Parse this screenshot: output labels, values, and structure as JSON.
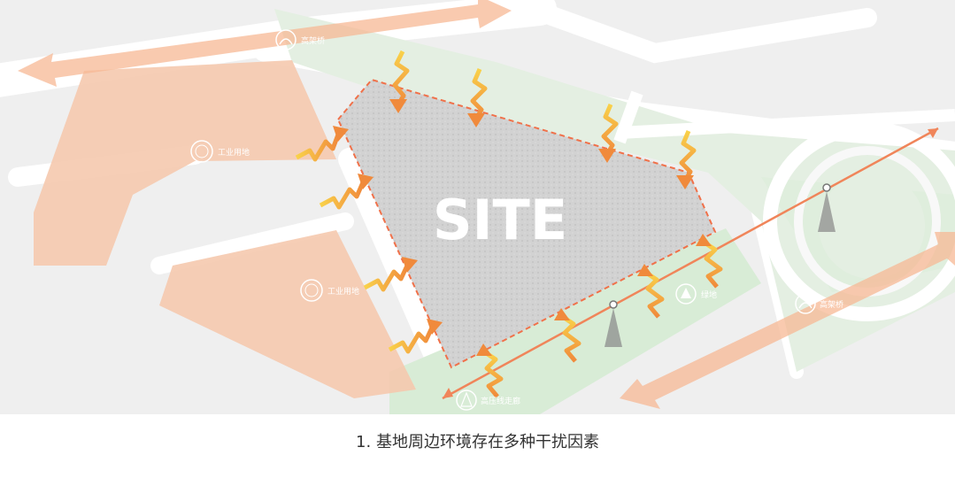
{
  "site_label": "SITE",
  "caption": "1. 基地周边环境存在多种干扰因素",
  "labels": {
    "industrial_1": "工业用地",
    "industrial_2": "工业用地",
    "greenland": "绿地",
    "highway": "高架桥",
    "highway_top": "高架桥",
    "power_line": "高压线走廊"
  },
  "icons": {
    "industrial": "factory-icon",
    "greenland": "tree-icon",
    "highway": "bridge-icon",
    "power_line": "pylon-icon"
  },
  "colors": {
    "industrial_land": "#f5c9ae",
    "green_land": "#d8ecd6",
    "site": "#d6d6d6",
    "site_border": "#f0714a",
    "arrow": "#f7a97a",
    "interference": "#f4b342",
    "power_line": "#f0855a"
  }
}
